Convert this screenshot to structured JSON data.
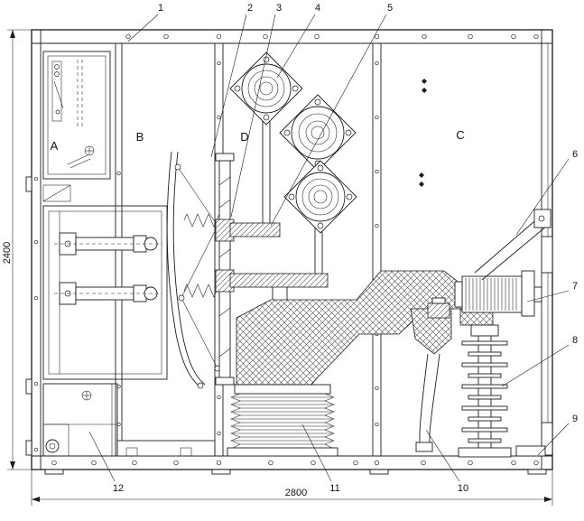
{
  "dimensions": {
    "height": "2400",
    "width": "2800"
  },
  "compartments": {
    "a": "A",
    "b": "B",
    "d": "D",
    "c": "C"
  },
  "callouts": {
    "n1": "1",
    "n2": "2",
    "n3": "3",
    "n4": "4",
    "n5": "5",
    "n6": "6",
    "n7": "7",
    "n8": "8",
    "n9": "9",
    "n10": "10",
    "n11": "11",
    "n12": "12"
  }
}
